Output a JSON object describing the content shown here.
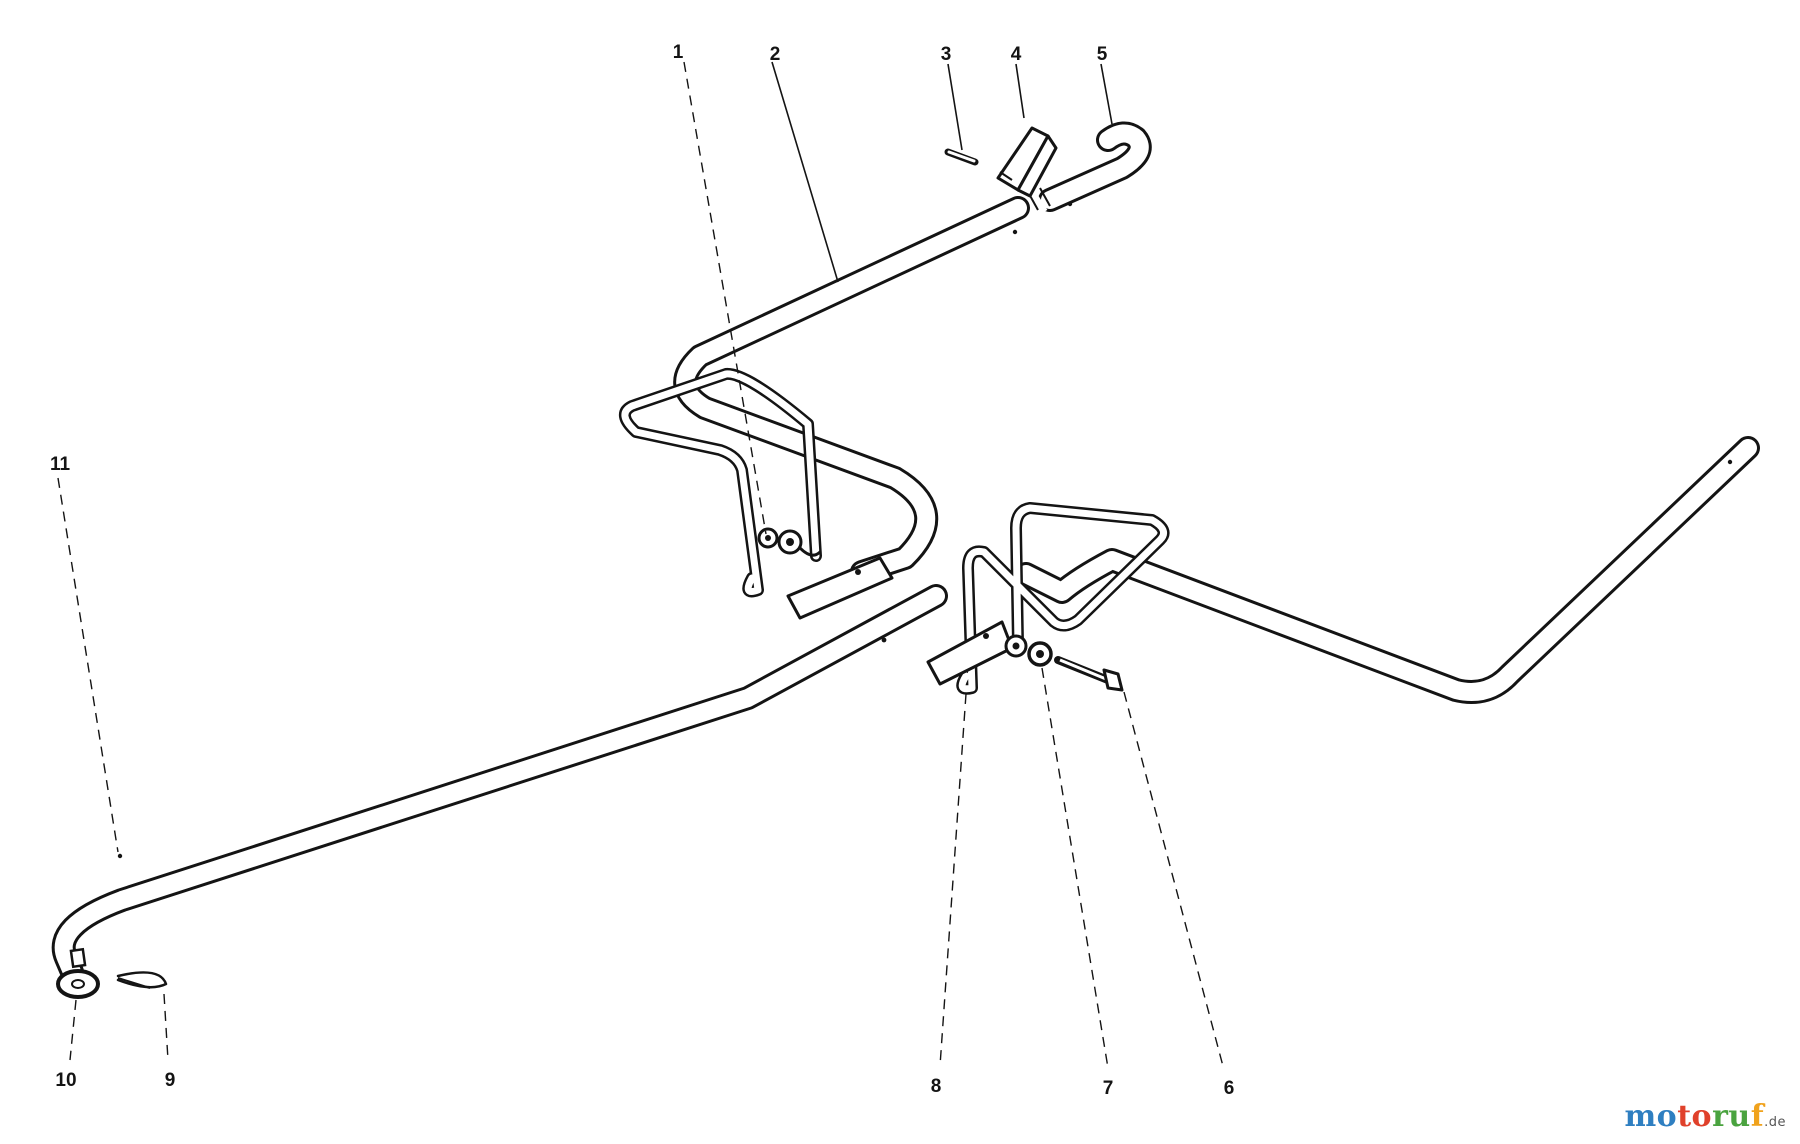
{
  "callouts": [
    {
      "id": "1",
      "text": "1"
    },
    {
      "id": "2",
      "text": "2"
    },
    {
      "id": "3",
      "text": "3"
    },
    {
      "id": "4",
      "text": "4"
    },
    {
      "id": "5",
      "text": "5"
    },
    {
      "id": "6",
      "text": "6"
    },
    {
      "id": "7",
      "text": "7"
    },
    {
      "id": "8",
      "text": "8"
    },
    {
      "id": "9",
      "text": "9"
    },
    {
      "id": "10",
      "text": "10"
    },
    {
      "id": "11",
      "text": "11"
    }
  ],
  "watermark": {
    "parts": [
      "mo",
      "to",
      "ru",
      "f"
    ],
    "tld": ".de",
    "colors": [
      "#2f7fc1",
      "#e0412b",
      "#4aa33f",
      "#f0a21c"
    ]
  }
}
